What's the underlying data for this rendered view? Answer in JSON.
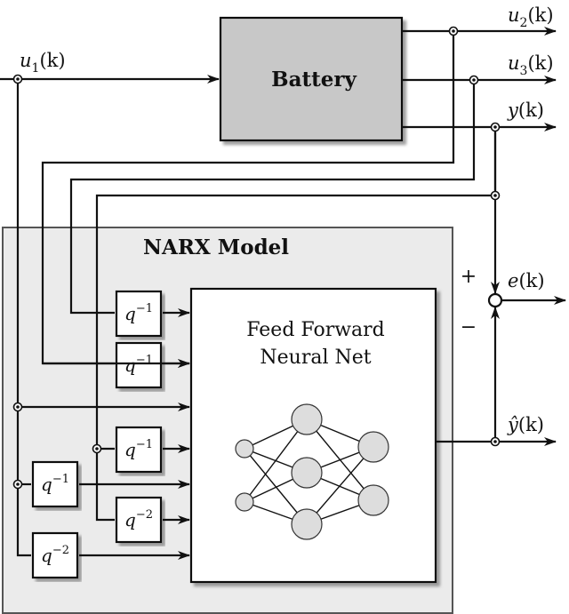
{
  "battery": {
    "label": "Battery",
    "fill": "#c8c8c8"
  },
  "narx": {
    "title": "NARX Model",
    "fill": "#ebebeb",
    "stroke": "#555555"
  },
  "ffnn": {
    "line1": "Feed Forward",
    "line2": "Neural Net"
  },
  "signals": {
    "u1": {
      "sym": "u",
      "sub": "1",
      "arg": "(k)"
    },
    "u2": {
      "sym": "u",
      "sub": "2",
      "arg": "(k)"
    },
    "u3": {
      "sym": "u",
      "sub": "3",
      "arg": "(k)"
    },
    "y": {
      "sym": "y",
      "arg": "(k)"
    },
    "e": {
      "sym": "e",
      "arg": "(k)"
    },
    "yhat": {
      "sym": "ŷ",
      "arg": "(k)"
    }
  },
  "summing": {
    "plus": "+",
    "minus": "−"
  },
  "delays": [
    {
      "base": "q",
      "exp": "−1"
    },
    {
      "base": "q",
      "exp": "−1"
    },
    {
      "base": "q",
      "exp": "−1"
    },
    {
      "base": "q",
      "exp": "−1"
    },
    {
      "base": "q",
      "exp": "−2"
    },
    {
      "base": "q",
      "exp": "−2"
    }
  ],
  "network": {
    "node_fill": "#dddddd",
    "layers": [
      2,
      3,
      2
    ]
  }
}
